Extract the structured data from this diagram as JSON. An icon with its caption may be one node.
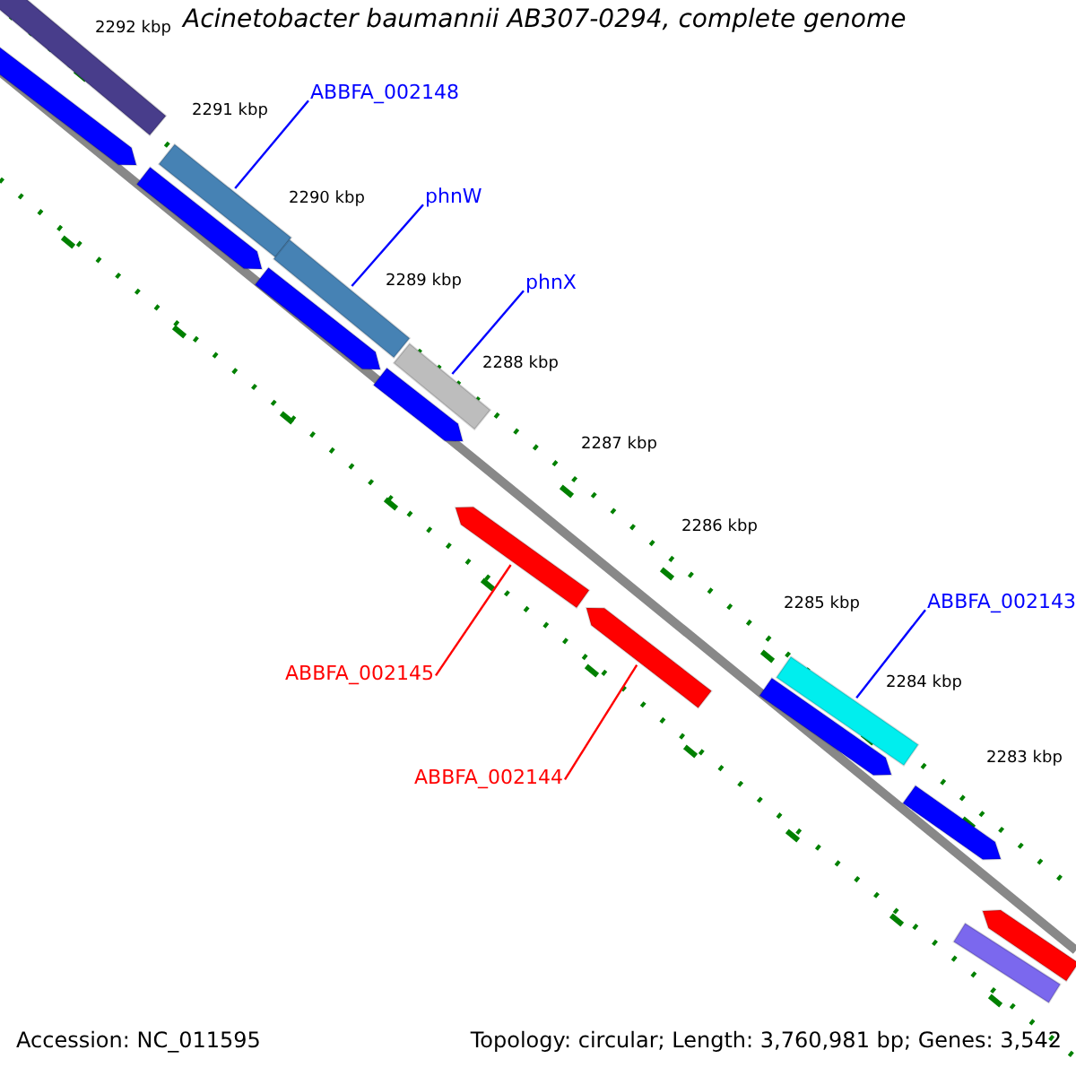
{
  "diagram": {
    "title": "Acinetobacter baumannii AB307-0294, complete genome",
    "nodes": [
      {
        "text": [
          "ABBFA_002148"
        ]
      },
      {
        "text": [],
        "shape": "bar"
      },
      {
        "text": [
          "phnW"
        ]
      },
      {
        "text": [],
        "shape": "bar"
      },
      {
        "text": [
          "phnX"
        ]
      },
      {
        "text": [],
        "shape": "bar"
      },
      {
        "text": [
          "ABBFA_002145"
        ]
      },
      {
        "text": [],
        "shape": "bar"
      },
      {
        "text": [
          "ABBFA_002144"
        ]
      },
      {
        "text": [],
        "shape": "bar"
      },
      {
        "text": [
          "ABBFA_002143"
        ]
      },
      {
        "text": [],
        "shape": "bar"
      },
      {
        "text": [],
        "shape": "bar"
      },
      {
        "text": [],
        "shape": "bar"
      },
      {
        "text": [],
        "shape": "bar"
      },
      {
        "text": [],
        "shape": "bar"
      },
      {
        "text": [],
        "shape": "bar"
      },
      {
        "text": [],
        "shape": "bar"
      },
      {
        "text": [],
        "shape": "bar"
      },
      {
        "text": [],
        "shape": "bar"
      },
      {
        "text": [],
        "shape": "bar"
      }
    ],
    "edges": [
      {
        "from": 0,
        "to": 1,
        "arrow": "none"
      },
      {
        "from": 2,
        "to": 3,
        "arrow": "none"
      },
      {
        "from": 4,
        "to": 5,
        "arrow": "none"
      },
      {
        "from": 6,
        "to": 7,
        "arrow": "none",
        "color": "#ff0000"
      },
      {
        "from": 8,
        "to": 9,
        "arrow": "none",
        "color": "#ff0000"
      },
      {
        "from": 10,
        "to": 11,
        "arrow": "none"
      }
    ],
    "labels": [
      "2292 kbp",
      "2291 kbp",
      "2290 kbp",
      "2289 kbp",
      "2288 kbp",
      "2287 kbp",
      "2286 kbp",
      "2285 kbp",
      "2284 kbp",
      "2283 kbp",
      "Accession: NC_011595",
      "Topology: circular; Length: 3,760,981 bp; Genes: 3,542"
    ]
  }
}
